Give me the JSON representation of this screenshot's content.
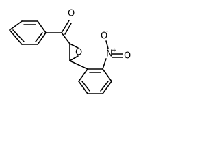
{
  "molecule": {
    "atoms": {
      "carbonyl_oxygen": "O",
      "epoxide_oxygen": "O",
      "nitro_nitrogen": "N",
      "nitro_nitrogen_charge": "+",
      "nitro_oxygen_top": "O",
      "nitro_oxygen_top_charge": "-",
      "nitro_oxygen_right": "O"
    }
  }
}
